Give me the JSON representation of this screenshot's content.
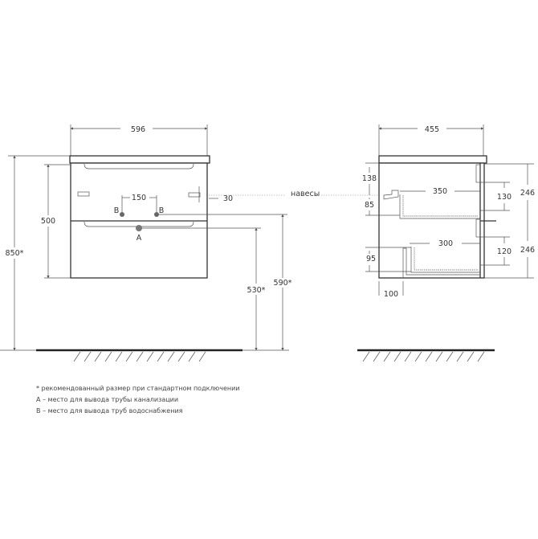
{
  "front_view": {
    "width": "596",
    "height_body": "500",
    "height_total": "850*",
    "pipe_spacing": "150",
    "hinge_offset": "30",
    "drain_height": "530*",
    "supply_height": "590*",
    "label_b": "B",
    "label_a": "A"
  },
  "hinges_label": "навесы",
  "side_view": {
    "depth": "455",
    "dim_138": "138",
    "dim_85": "85",
    "dim_350": "350",
    "dim_130": "130",
    "dim_246_top": "246",
    "dim_246_bottom": "246",
    "dim_300": "300",
    "dim_120": "120",
    "dim_95": "95",
    "dim_100": "100"
  },
  "notes": [
    "* рекомендованный размер при стандартном подключении",
    "A – место для вывода трубы канализации",
    "B – место для вывода труб водоснабжения"
  ]
}
